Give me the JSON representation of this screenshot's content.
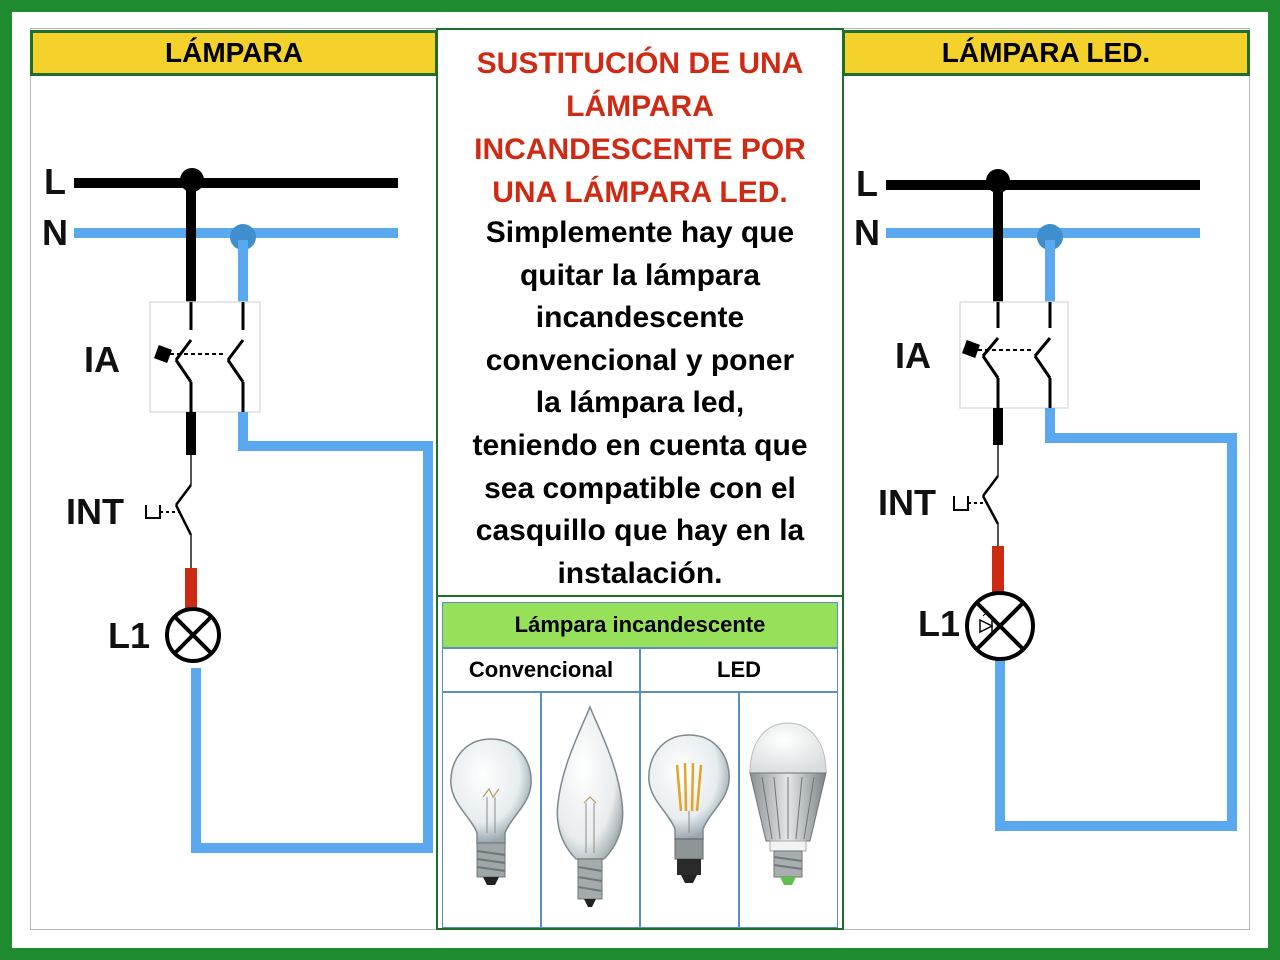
{
  "headers": {
    "left": "LÁMPARA",
    "right": "LÁMPARA LED."
  },
  "center": {
    "title_lines": [
      "SUSTITUCIÓN DE UNA",
      "LÁMPARA",
      "INCANDESCENTE POR",
      "UNA LÁMPARA LED."
    ],
    "body_lines": [
      "Simplemente hay que",
      "quitar la lámpara",
      "incandescente",
      "convencional y poner",
      "la lámpara led,",
      "teniendo en cuenta que",
      "sea compatible con el",
      "casquillo que hay en la",
      "instalación."
    ]
  },
  "table": {
    "title": "Lámpara incandescente",
    "col_a": "Convencional",
    "col_b": "LED"
  },
  "diagram_left": {
    "line_L": "L",
    "line_N": "N",
    "breaker": "IA",
    "switch": "INT",
    "lamp": "L1"
  },
  "diagram_right": {
    "line_L": "L",
    "line_N": "N",
    "breaker": "IA",
    "switch": "INT",
    "lamp": "L1"
  },
  "colors": {
    "frame": "#1f8a2e",
    "header_fill": "#f4d22b",
    "title_red": "#cf2a14",
    "neutral_blue": "#5aa9ee",
    "phase_black": "#000000",
    "lamp_red": "#cc2a12",
    "table_green": "#97e05a"
  }
}
